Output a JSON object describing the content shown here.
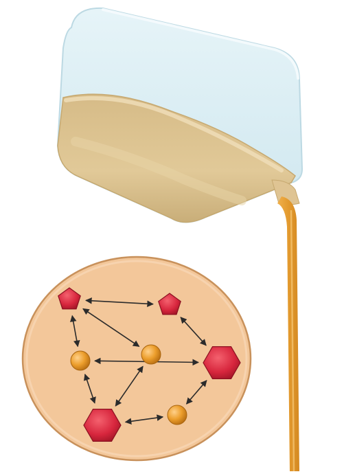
{
  "diagram": {
    "colors": {
      "background": "#ffffff",
      "glass": "#d6ecf3",
      "glass_edge": "#b9dbe6",
      "liquid": "#d8bf8f",
      "liquid_dark": "#c8ab74",
      "stream": "#e6a23c",
      "circle_fill": "#f3c79a",
      "circle_edge": "#c8915b",
      "red_molecule": "#d7263d",
      "orange_molecule": "#e89a23",
      "arrow": "#2b2b2b"
    },
    "molecules": [
      {
        "id": "m1",
        "shape": "pentagon",
        "color": "red"
      },
      {
        "id": "m2",
        "shape": "pentagon",
        "color": "red"
      },
      {
        "id": "m3",
        "shape": "sphere",
        "color": "orange"
      },
      {
        "id": "m4",
        "shape": "sphere",
        "color": "orange"
      },
      {
        "id": "m5",
        "shape": "hexagon",
        "color": "red"
      },
      {
        "id": "m6",
        "shape": "hexagon",
        "color": "red"
      },
      {
        "id": "m7",
        "shape": "sphere",
        "color": "orange"
      }
    ],
    "interactions": [
      [
        "m1",
        "m2"
      ],
      [
        "m1",
        "m3"
      ],
      [
        "m1",
        "m4"
      ],
      [
        "m2",
        "m5"
      ],
      [
        "m4",
        "m5"
      ],
      [
        "m4",
        "m6"
      ],
      [
        "m3",
        "m6"
      ],
      [
        "m5",
        "m7"
      ],
      [
        "m6",
        "m7"
      ]
    ]
  }
}
